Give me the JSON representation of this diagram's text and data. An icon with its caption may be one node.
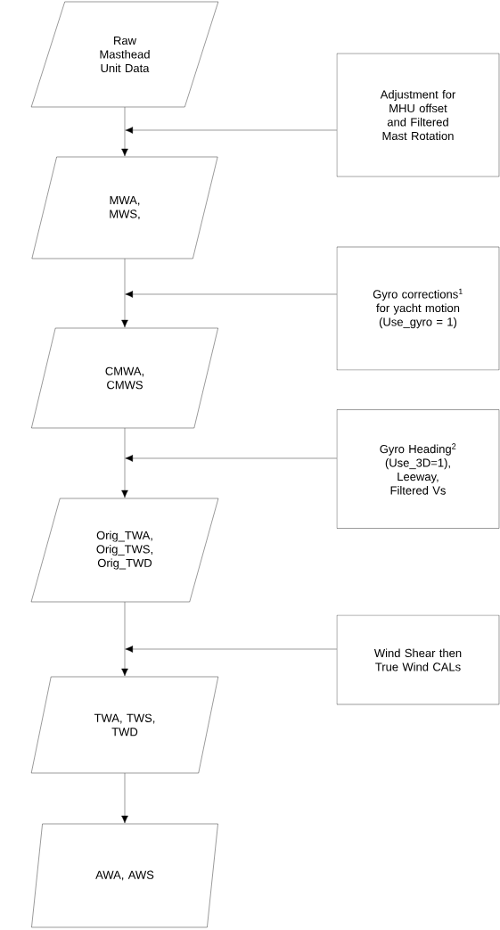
{
  "diagram": {
    "nodes": [
      {
        "text": [
          "Raw Masthead Unit Data"
        ]
      },
      {
        "text": [
          "MWA, MWS,"
        ]
      },
      {
        "text": [
          "CMWA, CMWS"
        ]
      },
      {
        "text": [
          "Orig_TWA, Orig_TWS, Orig_TWD"
        ]
      },
      {
        "text": [
          "TWA, TWS, TWD"
        ]
      },
      {
        "text": [
          "AWA, AWS"
        ]
      },
      {
        "text": [
          "Adjustment for MHU offset and Filtered Mast Rotation"
        ]
      },
      {
        "text": [
          "Gyro corrections$^{1}$ for yacht motion (Use_gyro = 1)"
        ]
      },
      {
        "text": [
          "Gyro Heading$^{2}$ (Use_3D=1), Leeway, Filtered Vs"
        ]
      },
      {
        "text": [
          "Wind Shear then True Wind CALs"
        ]
      }
    ],
    "edges": [
      {
        "from": 0,
        "to": 1,
        "arrow": "to"
      },
      {
        "from": 1,
        "to": 2,
        "arrow": "to"
      },
      {
        "from": 2,
        "to": 3,
        "arrow": "to"
      },
      {
        "from": 3,
        "to": 4,
        "arrow": "to"
      },
      {
        "from": 4,
        "to": 5,
        "arrow": "to"
      },
      {
        "from": 6,
        "to": null,
        "arrow": "to"
      },
      {
        "from": 7,
        "to": null,
        "arrow": "to"
      },
      {
        "from": 8,
        "to": null,
        "arrow": "to"
      },
      {
        "from": 9,
        "to": null,
        "arrow": "to"
      }
    ]
  }
}
